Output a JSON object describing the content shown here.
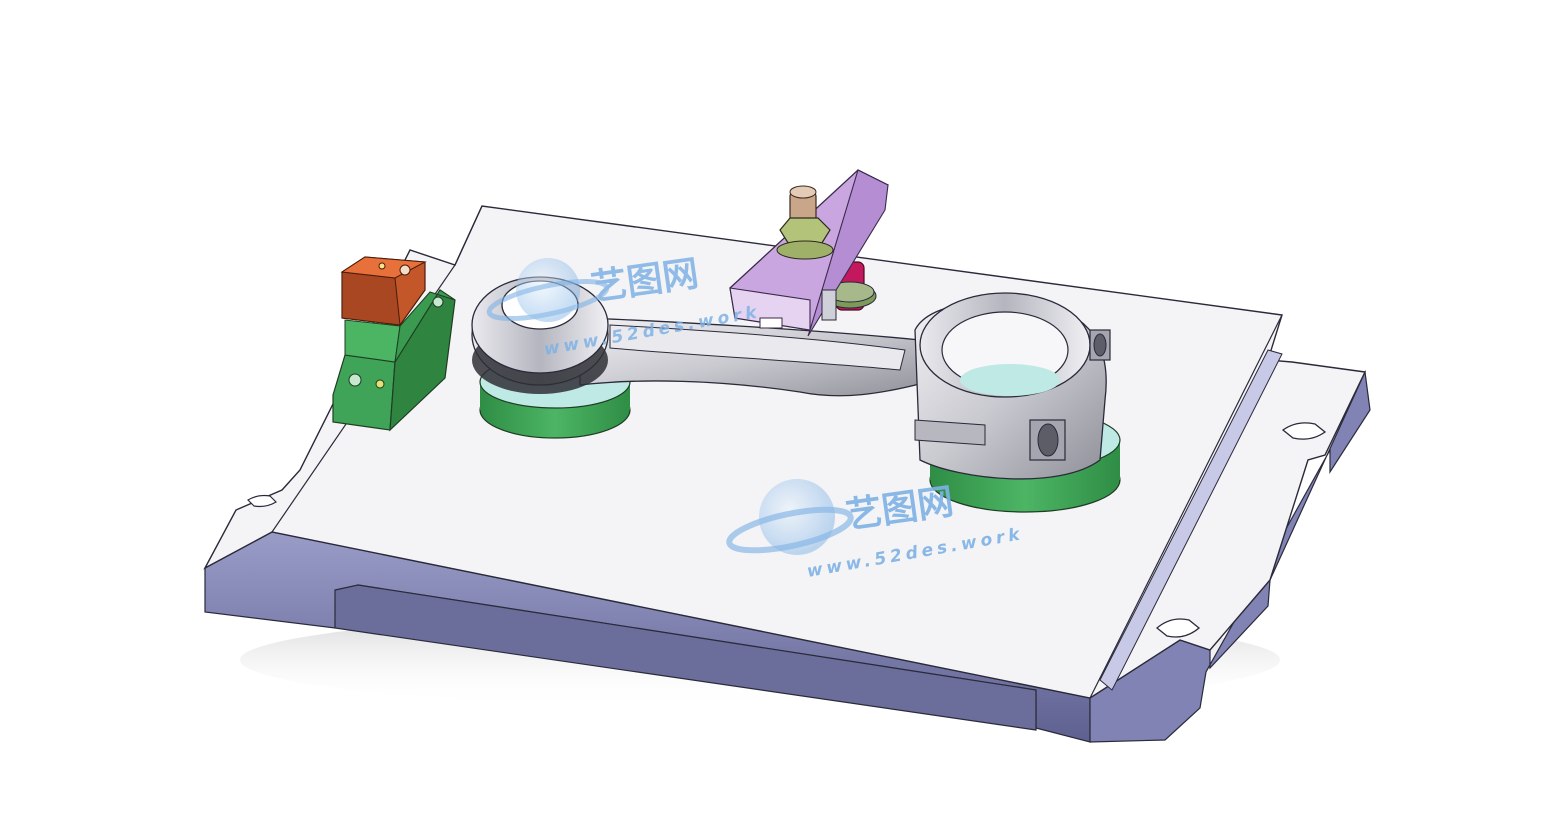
{
  "scene": {
    "background_color": "#ffffff",
    "description_colors": {
      "base_plate_top": "#f4f4f6",
      "base_plate_side": "#6f72a0",
      "green_support": "#3fa457",
      "red_orange_block": "#c4572a",
      "purple_clamp": "#c9a6e0",
      "steel": "#d6d6dc"
    }
  },
  "watermarks": [
    {
      "brand": "艺图网",
      "url": "www.52des.work",
      "color": "#7fb2e5"
    },
    {
      "brand": "艺图网",
      "url": "www.52des.work",
      "color": "#7fb2e5"
    }
  ],
  "icons": {
    "logo": "globe-swoosh-logo"
  }
}
